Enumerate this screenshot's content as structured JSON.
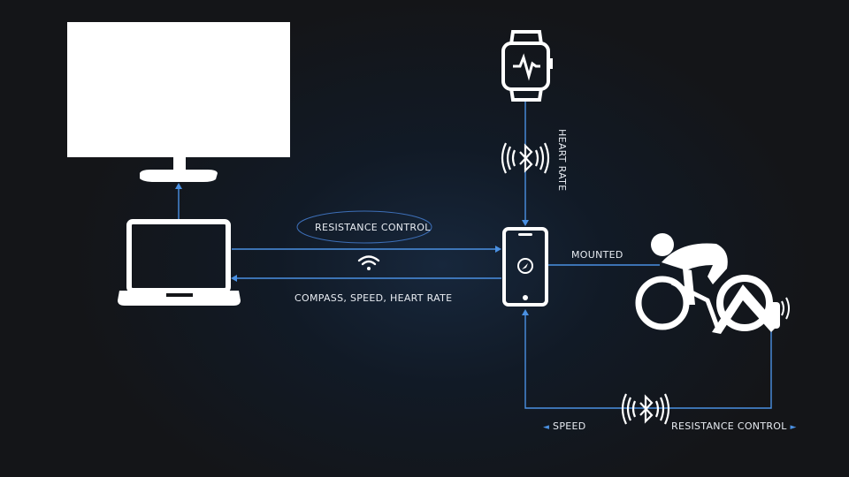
{
  "labels": {
    "resistance_control_top": "RESISTANCE CONTROL",
    "compass_speed_hr": "COMPASS, SPEED, HEART RATE",
    "heart_rate": "HEART RATE",
    "mounted": "MOUNTED",
    "speed": "SPEED",
    "resistance_control_bottom": "RESISTANCE CONTROL"
  },
  "arrows": {
    "left": "◄",
    "right": "►"
  },
  "icons": [
    "monitor-icon",
    "laptop-icon",
    "smartwatch-icon",
    "smartphone-icon",
    "bluetooth-icon",
    "wifi-icon",
    "cyclist-icon",
    "trainer-icon"
  ],
  "colors": {
    "background": "#141518",
    "line": "#4a90e2",
    "icon": "#ffffff",
    "text": "#e8ecf2"
  }
}
